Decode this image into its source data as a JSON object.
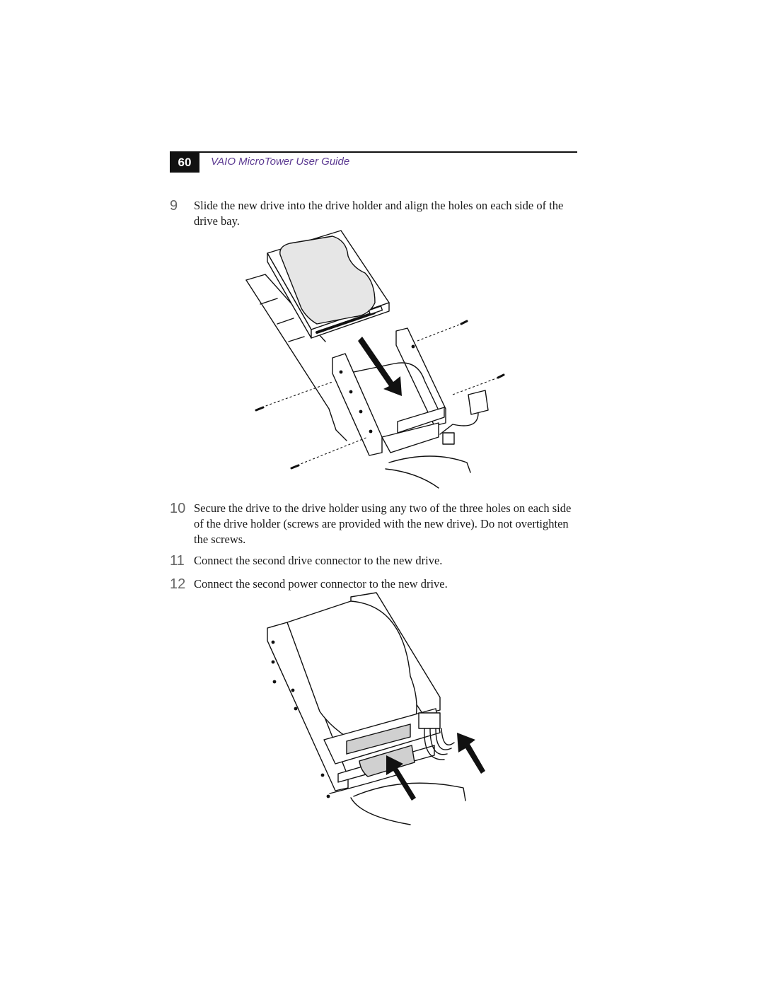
{
  "header": {
    "page_number": "60",
    "running_title": "VAIO MicroTower User Guide"
  },
  "steps": [
    {
      "number": "9",
      "text": "Slide the new drive into the drive holder and align the holes on each side of the drive bay."
    },
    {
      "number": "10",
      "text": "Secure the drive to the drive holder using any two of the three holes on each side of the drive holder (screws are provided with the new drive). Do not overtighten the screws."
    },
    {
      "number": "11",
      "text": "Connect the second drive connector to the new drive."
    },
    {
      "number": "12",
      "text": "Connect the second power connector to the new drive."
    }
  ],
  "figures": [
    {
      "icon": "drive-insertion-illustration"
    },
    {
      "icon": "drive-connector-illustration"
    }
  ]
}
